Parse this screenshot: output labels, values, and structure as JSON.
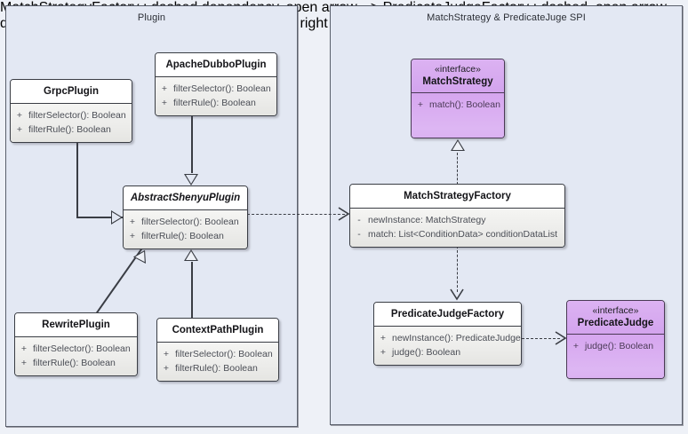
{
  "diagram": {
    "title_left": "Plugin",
    "title_right": "MatchStrategy & PredicateJuge SPI"
  },
  "classes": {
    "grpc_plugin": {
      "name": "GrpcPlugin",
      "members": [
        {
          "vis": "+",
          "sig": "filterSelector(): Boolean"
        },
        {
          "vis": "+",
          "sig": "filterRule(): Boolean"
        }
      ]
    },
    "apache_dubbo_plugin": {
      "name": "ApacheDubboPlugin",
      "members": [
        {
          "vis": "+",
          "sig": "filterSelector(): Boolean"
        },
        {
          "vis": "+",
          "sig": "filterRule(): Boolean"
        }
      ]
    },
    "abstract_shenyu_plugin": {
      "name": "AbstractShenyuPlugin",
      "members": [
        {
          "vis": "+",
          "sig": "filterSelector(): Boolean"
        },
        {
          "vis": "+",
          "sig": "filterRule(): Boolean"
        }
      ]
    },
    "rewrite_plugin": {
      "name": "RewritePlugin",
      "members": [
        {
          "vis": "+",
          "sig": "filterSelector(): Boolean"
        },
        {
          "vis": "+",
          "sig": "filterRule(): Boolean"
        }
      ]
    },
    "context_path_plugin": {
      "name": "ContextPathPlugin",
      "members": [
        {
          "vis": "+",
          "sig": "filterSelector(): Boolean"
        },
        {
          "vis": "+",
          "sig": "filterRule(): Boolean"
        }
      ]
    },
    "match_strategy": {
      "stereotype": "«interface»",
      "name": "MatchStrategy",
      "members": [
        {
          "vis": "+",
          "sig": "match(): Boolean"
        }
      ]
    },
    "match_strategy_factory": {
      "name": "MatchStrategyFactory",
      "members": [
        {
          "vis": "-",
          "sig": "newInstance: MatchStrategy"
        },
        {
          "vis": "-",
          "sig": "match: List<ConditionData> conditionDataList"
        }
      ]
    },
    "predicate_judge_factory": {
      "name": "PredicateJudgeFactory",
      "members": [
        {
          "vis": "+",
          "sig": "newInstance(): PredicateJudge"
        },
        {
          "vis": "+",
          "sig": "judge(): Boolean"
        }
      ]
    },
    "predicate_judge": {
      "stereotype": "«interface»",
      "name": "PredicateJudge",
      "members": [
        {
          "vis": "+",
          "sig": "judge(): Boolean"
        }
      ]
    }
  },
  "colors": {
    "canvas": "#eef1f7",
    "panel_fill": "#e3e8f3",
    "panel_border": "#5a5f6b",
    "class_border": "#3a3d44",
    "class_header_fill": "#ffffff",
    "class_body_fill": "#ececea",
    "interface_fill": "#d6a6ef",
    "interface_header_fill": "#d3a4ee",
    "connector": "#3a3d44"
  }
}
